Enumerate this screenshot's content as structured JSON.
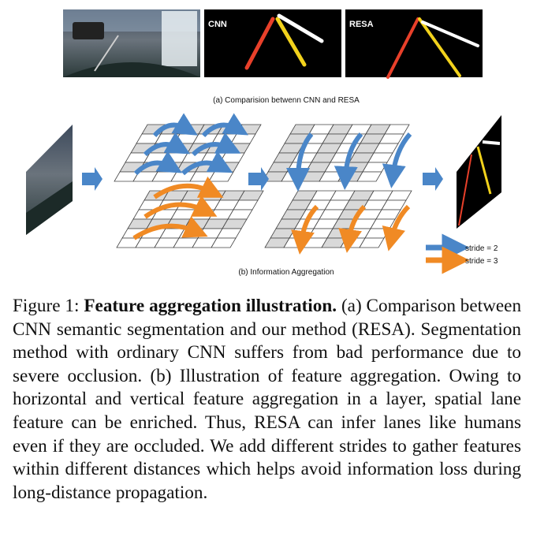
{
  "panel_a": {
    "cnn_label": "CNN",
    "resa_label": "RESA",
    "caption": "(a) Comparision betwenn CNN and RESA"
  },
  "panel_b": {
    "caption": "(b) Information Aggregation",
    "legend": [
      {
        "label": "stride = 2",
        "color": "#4a86c8"
      },
      {
        "label": "stride = 3",
        "color": "#f08a24"
      }
    ]
  },
  "colors": {
    "blue_arrow": "#4a86c8",
    "orange_arrow": "#f08a24",
    "grid_shade": "#d9d9d9",
    "lane_red": "#e8402a",
    "lane_yellow": "#f2d21c"
  },
  "caption": {
    "label": "Figure 1:",
    "title": "Feature aggregation illustration.",
    "body": "(a) Comparison between CNN semantic segmentation and our method (RESA). Segmentation method with ordinary CNN suffers from bad performance due to severe occlusion. (b) Illustration of feature aggregation. Owing to horizontal and vertical feature aggregation in a layer, spatial lane feature can be enriched. Thus, RESA can infer lanes like humans even if they are occluded. We add different strides to gather features within different distances which helps avoid information loss during long-distance propagation."
  }
}
